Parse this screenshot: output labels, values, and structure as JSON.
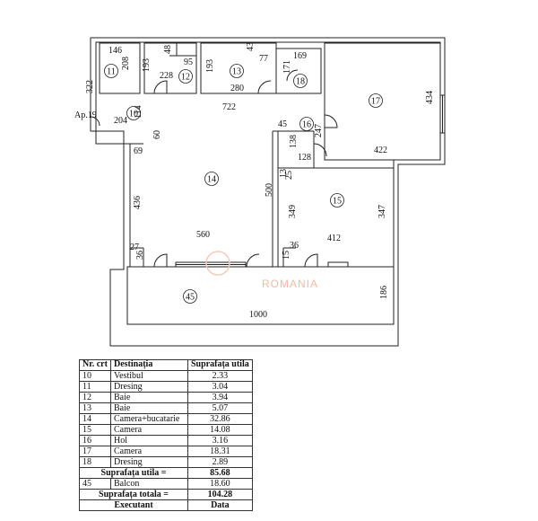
{
  "plan": {
    "apartment": "Ap.19",
    "watermark": "ROMANIA",
    "rooms": [
      {
        "id": "10",
        "label": "10"
      },
      {
        "id": "11",
        "label": "11"
      },
      {
        "id": "12",
        "label": "12"
      },
      {
        "id": "13",
        "label": "13"
      },
      {
        "id": "14",
        "label": "14"
      },
      {
        "id": "15",
        "label": "15"
      },
      {
        "id": "16",
        "label": "16"
      },
      {
        "id": "17",
        "label": "17"
      },
      {
        "id": "18",
        "label": "18"
      },
      {
        "id": "45",
        "label": "45"
      }
    ],
    "dimensions": [
      "146",
      "208",
      "322",
      "48",
      "95",
      "228",
      "193",
      "193",
      "43",
      "77",
      "280",
      "171",
      "169",
      "434",
      "204",
      "114",
      "722",
      "60",
      "69",
      "45",
      "247",
      "138",
      "128",
      "422",
      "436",
      "500",
      "13",
      "25",
      "349",
      "347",
      "560",
      "412",
      "27",
      "36",
      "36",
      "15",
      "186",
      "1000"
    ]
  },
  "table": {
    "headers": {
      "nr": "Nr. crt",
      "dest": "Destinația",
      "sup": "Suprafața utila"
    },
    "rows": [
      {
        "nr": "10",
        "name": "Vestibul",
        "area": "2.33"
      },
      {
        "nr": "11",
        "name": "Dresing",
        "area": "3.04"
      },
      {
        "nr": "12",
        "name": "Baie",
        "area": "3.94"
      },
      {
        "nr": "13",
        "name": "Baie",
        "area": "5.07"
      },
      {
        "nr": "14",
        "name": "Camera+bucatarie",
        "area": "32.86"
      },
      {
        "nr": "15",
        "name": "Camera",
        "area": "14.08"
      },
      {
        "nr": "16",
        "name": "Hol",
        "area": "3.16"
      },
      {
        "nr": "17",
        "name": "Camera",
        "area": "18.31"
      },
      {
        "nr": "18",
        "name": "Dresing",
        "area": "2.89"
      }
    ],
    "util_label": "Suprafața utila",
    "util_value": "85.68",
    "balcony": {
      "nr": "45",
      "name": "Balcon",
      "area": "18.60"
    },
    "total_label": "Suprafața totala",
    "total_eq": "=",
    "total_value": "104.28",
    "footer": {
      "executant": "Executant",
      "data": "Data"
    }
  }
}
